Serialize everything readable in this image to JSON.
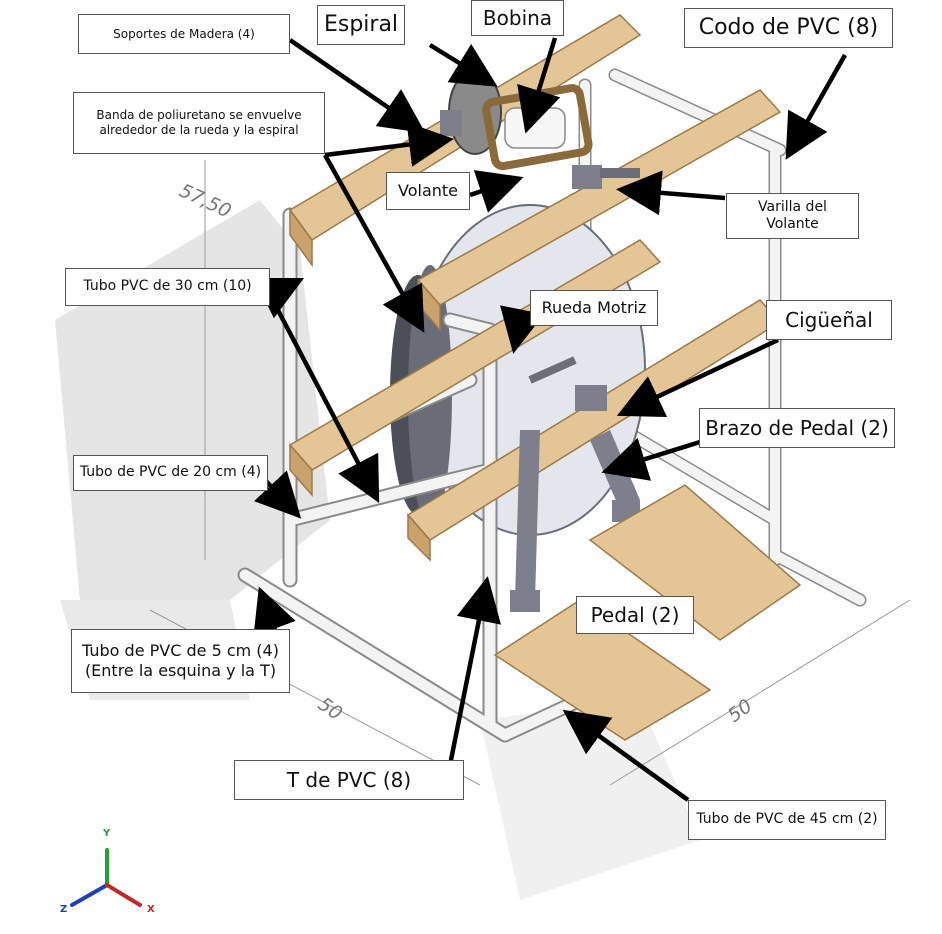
{
  "labels": {
    "soportes": "Soportes de Madera (4)",
    "espiral": "Espiral",
    "bobina": "Bobina",
    "codo": "Codo de PVC (8)",
    "banda_line1": "Banda de poliuretano se envuelve",
    "banda_line2": "alrededor de la rueda y la espiral",
    "volante": "Volante",
    "varilla_line1": "Varilla del",
    "varilla_line2": "Volante",
    "tubo30": "Tubo PVC de 30 cm (10)",
    "rueda": "Rueda Motriz",
    "ciguenal": "Cigüeñal",
    "brazo": "Brazo de Pedal (2)",
    "tubo20": "Tubo de PVC de 20 cm (4)",
    "pedal": "Pedal (2)",
    "tubo5_line1": "Tubo de PVC de 5 cm (4)",
    "tubo5_line2": "(Entre la esquina y la T)",
    "tde": "T de PVC (8)",
    "tubo45": "Tubo de PVC de 45 cm (2)"
  },
  "dimensions": {
    "height": "57,50",
    "width_left": "50",
    "width_right": "50"
  },
  "axes": {
    "y": "Y",
    "z": "Z",
    "x": "X"
  },
  "colors": {
    "wood": "#e3c596",
    "wood_dark": "#c9a26c",
    "pvc": "#f3f3f3",
    "pvc_edge": "#8a8a8a",
    "bracket": "#7d7f8c",
    "wheel": "#e4e6ee",
    "arrow": "#000000"
  }
}
